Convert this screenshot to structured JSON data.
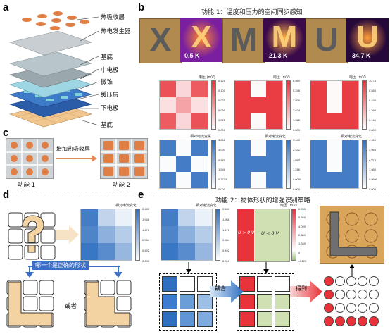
{
  "panel_labels": {
    "a": "a",
    "b": "b",
    "c": "c",
    "d": "d",
    "e": "e"
  },
  "panel_a": {
    "layers": [
      "热吸收层",
      "热电发生器",
      "基底",
      "中电极",
      "微锥",
      "缓压层",
      "下电极",
      "基底"
    ]
  },
  "panel_b": {
    "title": "功能 1：温度和压力的空间同步感知",
    "temps": [
      "0.5 K",
      "21.3 K",
      "34.7 K"
    ],
    "letters": [
      "X",
      "M",
      "U"
    ],
    "voltage_label": "电压 (mV)",
    "current_label": "相对电流变化",
    "v_ticks": [
      [
        "0.125",
        "0.100",
        "0.075",
        "0.050",
        "0.025",
        "0.000"
      ],
      [
        "6.560",
        "5.248",
        "3.936",
        "2.624",
        "1.312",
        "0.000"
      ],
      [
        "10.73",
        "8.584",
        "6.438",
        "4.292",
        "2.146",
        "0.000"
      ]
    ],
    "c_ticks": [
      [
        "3.866",
        "3.093",
        "2.320",
        "1.546",
        "0.7733",
        "0.000"
      ],
      [
        "3.040",
        "2.432",
        "1.824",
        "1.216",
        "0.6080",
        "0.000"
      ],
      [
        "4.960",
        "3.968",
        "2.976",
        "1.984",
        "0.9920",
        "0.000"
      ]
    ]
  },
  "panel_c": {
    "action": "增加热吸收层",
    "func1": "功能 1",
    "func2": "功能 2"
  },
  "panel_d": {
    "question": "哪一个是正确的形状",
    "or": "或者",
    "current_label": "相对电流变化",
    "ticks": [
      "2.460",
      "1.968",
      "1.476",
      "0.984",
      "0.492",
      "0.000"
    ]
  },
  "panel_e": {
    "title": "功能 2：物体形状的增强识别策略",
    "current_label": "相对电流变化",
    "c_ticks": [
      "2.460",
      "1.968",
      "1.476",
      "0.984",
      "0.492",
      "0.000"
    ],
    "voltage_label": "电压 (mV)",
    "v_ticks": [
      "6.700",
      "5.360",
      "4.020",
      "2.680",
      "1.340",
      "0",
      "-0.120"
    ],
    "u_pos": "U > 0 V",
    "u_neg": "U < 0 V",
    "couple": "耦合",
    "get": "得到"
  },
  "colors": {
    "red": "#e8333a",
    "blue": "#2f6fc0",
    "green": "#cfe0b3",
    "tan": "#f4d3a3",
    "orange": "#e07f45"
  }
}
